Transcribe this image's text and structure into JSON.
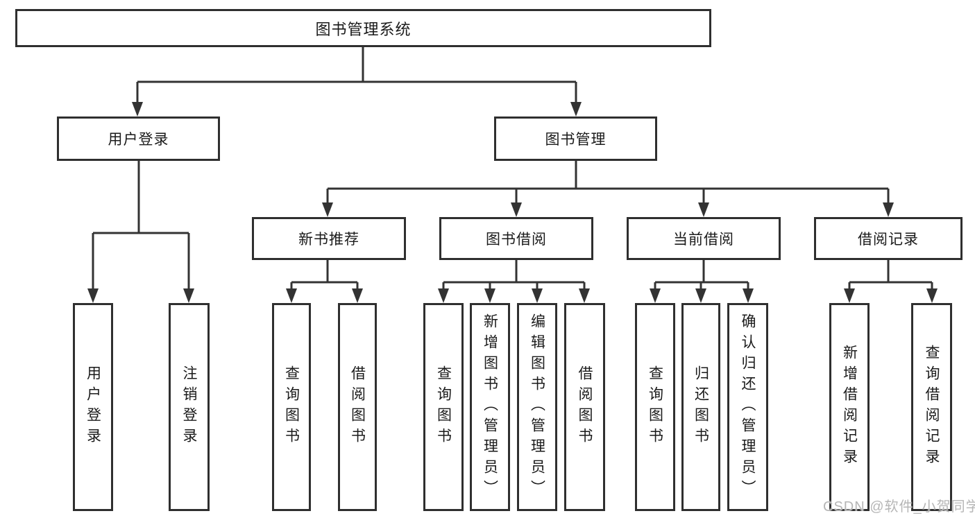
{
  "tree": {
    "root": "图书管理系统",
    "children": [
      {
        "label": "用户登录",
        "children": [
          "用户登录",
          "注销登录"
        ]
      },
      {
        "label": "图书管理",
        "children": [
          {
            "label": "新书推荐",
            "children": [
              "查询图书",
              "借阅图书"
            ]
          },
          {
            "label": "图书借阅",
            "children": [
              "查询图书",
              "新增图书（管理员）",
              "编辑图书（管理员）",
              "借阅图书"
            ]
          },
          {
            "label": "当前借阅",
            "children": [
              "查询图书",
              "归还图书",
              "确认归还（管理员）"
            ]
          },
          {
            "label": "借阅记录",
            "children": [
              "新增借阅记录",
              "查询借阅记录"
            ]
          }
        ]
      }
    ]
  },
  "watermark": {
    "text": "CSDN @软件_小贺同学"
  },
  "colors": {
    "line": "#333333",
    "box_border": "#2f2f2f",
    "text": "#1a1a1a",
    "watermark": "#b6b6b6",
    "background": "#ffffff"
  }
}
